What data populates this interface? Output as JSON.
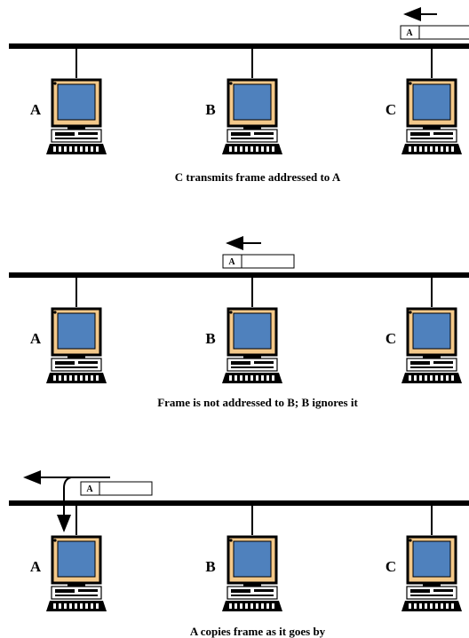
{
  "colors": {
    "bus": "#000000",
    "screen": "#4f81bd",
    "bezel": "#f4c98a",
    "background": "#ffffff"
  },
  "panels": [
    {
      "caption": "C transmits frame addressed to A",
      "stations": [
        "A",
        "B",
        "C"
      ],
      "frame_label": "A",
      "direction": "left",
      "copied_by": null
    },
    {
      "caption": "Frame is not addressed to B; B ignores it",
      "stations": [
        "A",
        "B",
        "C"
      ],
      "frame_label": "A",
      "direction": "left",
      "copied_by": null
    },
    {
      "caption": "A copies frame as it goes by",
      "stations": [
        "A",
        "B",
        "C"
      ],
      "frame_label": "A",
      "direction": "left",
      "copied_by": "A"
    }
  ]
}
